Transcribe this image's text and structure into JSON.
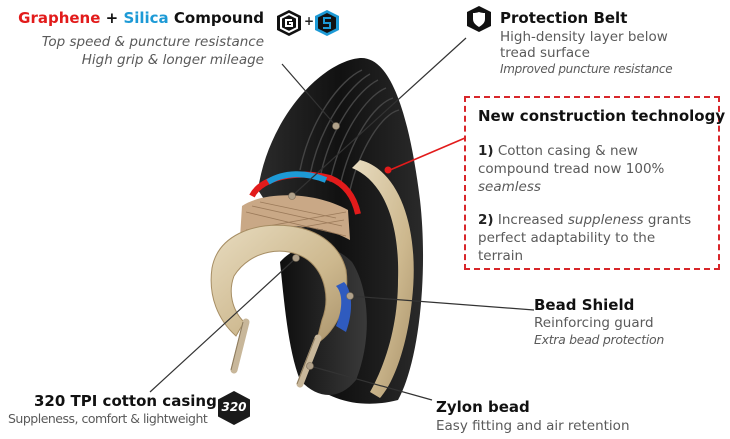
{
  "compound": {
    "graphene": "Graphene",
    "plus1": " + ",
    "silica": "Silica",
    "compound": " Compound",
    "line1": "Top speed & puncture resistance",
    "line2": "High grip & longer mileage",
    "icon_left": "g-shield-icon",
    "icon_right": "s-shield-icon"
  },
  "protection": {
    "title": "Protection Belt",
    "line1": "High-density layer below",
    "line2": "tread surface",
    "line3": "Improved puncture resistance",
    "icon": "shield-icon"
  },
  "new_tech": {
    "title": "New construction technology",
    "p1_num": "1)",
    "p1_line1": " Cotton casing & new",
    "p1_line2": "compound tread now 100%",
    "p1_line3": "seamless",
    "p2_num": "2)",
    "p2_pre": " Increased ",
    "p2_em": "suppleness",
    "p2_post": " grants",
    "p2_line2": "perfect adaptability to the",
    "p2_line3": "terrain"
  },
  "bead_shield": {
    "title": "Bead Shield",
    "line1": "Reinforcing guard",
    "line2": "Extra bead protection"
  },
  "casing": {
    "title": "320 TPI cotton casing",
    "line1": "Suppleness, comfort & lightweight",
    "badge": "320"
  },
  "zylon": {
    "title": "Zylon bead",
    "line1": "Easy fitting and air retention"
  },
  "colors": {
    "accent_red": "#e21b1b",
    "accent_blue": "#1d9ad6",
    "tread_dark": "#1a1a1a",
    "casing_tan": "#d9c7a3"
  }
}
